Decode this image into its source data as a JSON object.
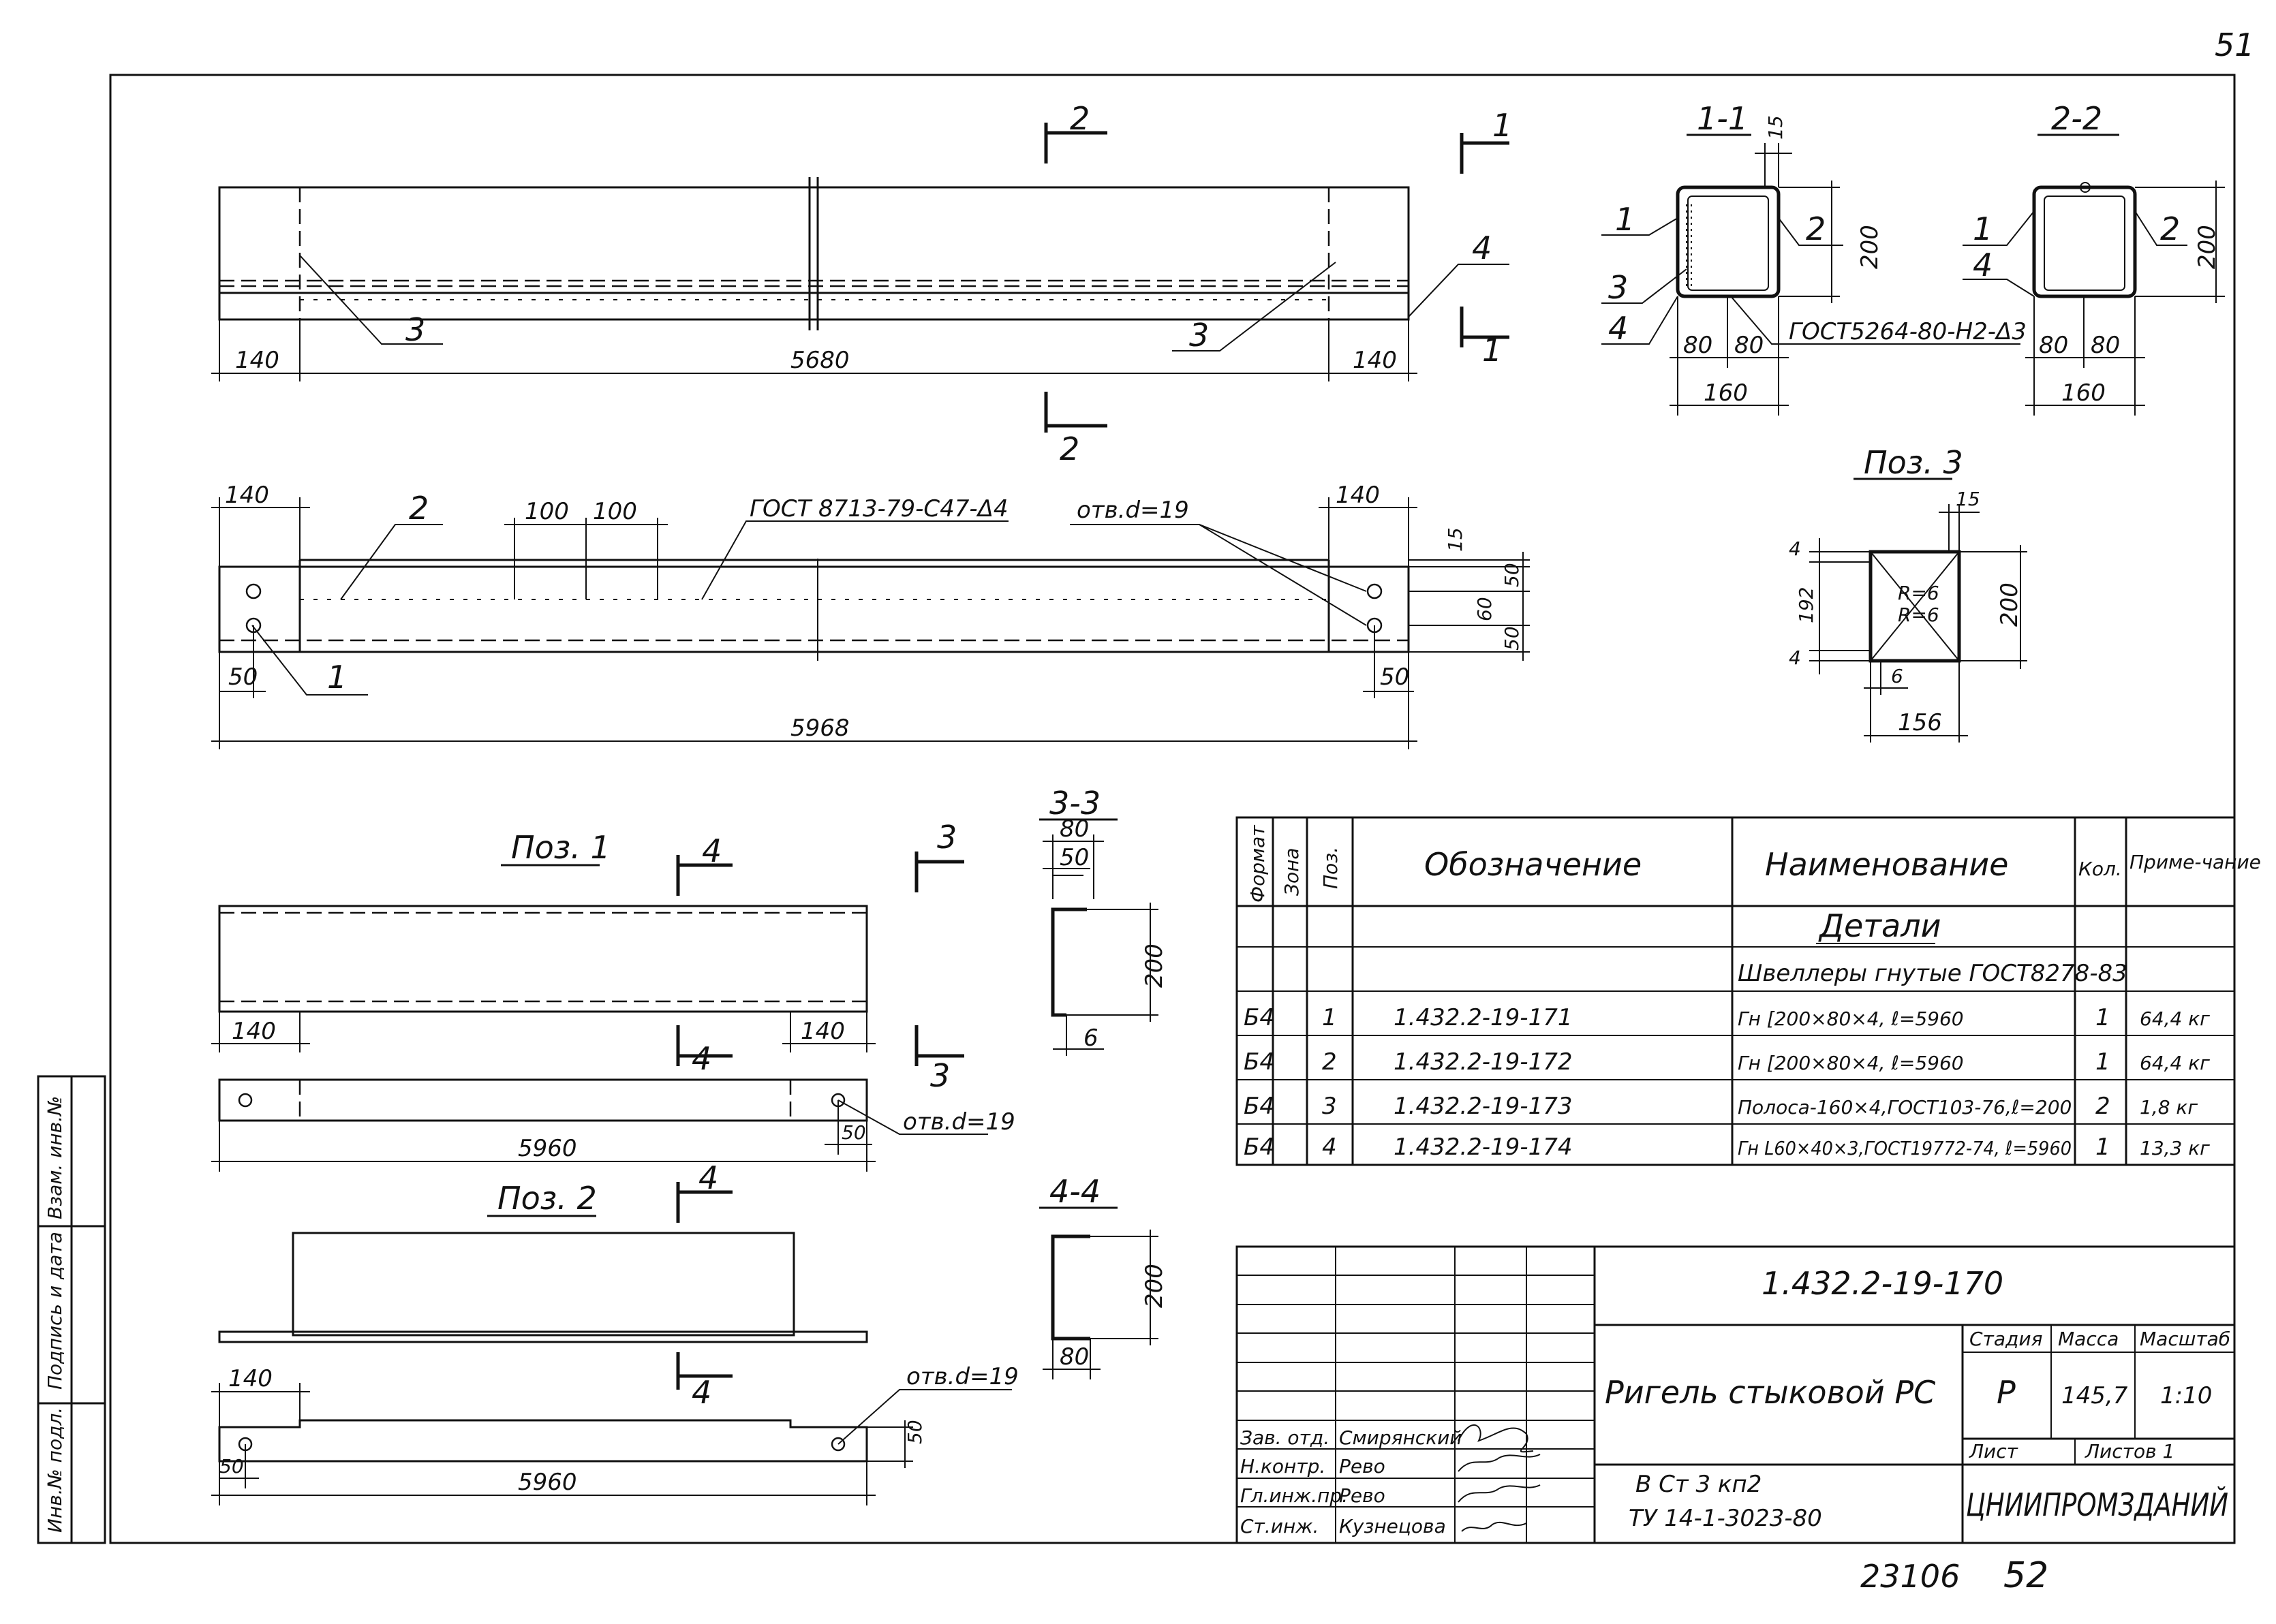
{
  "sheet_number": "51",
  "drawings": {
    "elevation": {
      "dims": [
        "140",
        "5680",
        "140"
      ],
      "section_marks": [
        "2",
        "2",
        "1",
        "1"
      ],
      "callouts": [
        "3",
        "3",
        "4"
      ]
    },
    "plan": {
      "dims_top": [
        "140",
        "100",
        "100",
        "140"
      ],
      "weld_label": "ГОСТ 8713-79-С47-Δ4",
      "hole_label": "отв.d=19",
      "dims_bottom": [
        "50",
        "50",
        "5968"
      ],
      "dims_right": [
        "15",
        "50",
        "60",
        "50"
      ],
      "callouts": [
        "2",
        "1"
      ]
    },
    "section_1_1": {
      "title": "1-1",
      "dims": [
        "15",
        "200",
        "80",
        "80",
        "160"
      ],
      "weld_label": "ГОСТ5264-80-Н2-Δ3",
      "callouts": [
        "1",
        "2",
        "3",
        "4"
      ]
    },
    "section_2_2": {
      "title": "2-2",
      "dims": [
        "200",
        "80",
        "80",
        "160"
      ],
      "callouts": [
        "1",
        "2",
        "4"
      ]
    },
    "pos3": {
      "title": "Поз. 3",
      "dims": [
        "15",
        "4",
        "192",
        "200",
        "R=6",
        "R=6",
        "4",
        "6",
        "156"
      ]
    },
    "pos1": {
      "title": "Поз. 1",
      "dims": [
        "140",
        "140",
        "50",
        "5960"
      ],
      "hole_label": "отв.d=19",
      "section_marks": [
        "4",
        "4",
        "3",
        "3"
      ]
    },
    "pos2": {
      "title": "Поз. 2",
      "dims": [
        "140",
        "50",
        "50",
        "5960"
      ],
      "hole_label": "отв.d=19",
      "section_marks": [
        "4",
        "4"
      ]
    },
    "section_3_3": {
      "title": "3-3",
      "dims": [
        "80",
        "50",
        "200",
        "6"
      ]
    },
    "section_4_4": {
      "title": "4-4",
      "dims": [
        "200",
        "80"
      ]
    }
  },
  "spec_table": {
    "headers": [
      "Формат",
      "Зона",
      "Поз.",
      "Обозначение",
      "Наименование",
      "Кол.",
      "Приме-чание"
    ],
    "section_title": "Детали",
    "subsection": "Швеллеры гнутые ГОСТ8278-83",
    "rows": [
      {
        "format": "Б4",
        "zone": "",
        "pos": "1",
        "designation": "1.432.2-19-171",
        "name": "Гн [200×80×4, ℓ=5960",
        "qty": "1",
        "note": "64,4 кг"
      },
      {
        "format": "Б4",
        "zone": "",
        "pos": "2",
        "designation": "1.432.2-19-172",
        "name": "Гн [200×80×4, ℓ=5960",
        "qty": "1",
        "note": "64,4 кг"
      },
      {
        "format": "Б4",
        "zone": "",
        "pos": "3",
        "designation": "1.432.2-19-173",
        "name": "Полоса-160×4,ГОСТ103-76,ℓ=200",
        "qty": "2",
        "note": "1,8 кг"
      },
      {
        "format": "Б4",
        "zone": "",
        "pos": "4",
        "designation": "1.432.2-19-174",
        "name": "Гн L60×40×3,ГОСТ19772-74, ℓ=5960",
        "qty": "1",
        "note": "13,3 кг"
      }
    ]
  },
  "title_block": {
    "doc_code": "1.432.2-19-170",
    "title": "Ригель стыковой РС",
    "stage_label": "Стадия",
    "mass_label": "Масса",
    "scale_label": "Масштаб",
    "stage": "Р",
    "mass": "145,7",
    "scale": "1:10",
    "sheet_label": "Лист",
    "sheets_label": "Листов 1",
    "material_line1": "В Ст 3 кп2",
    "material_line2": "ТУ 14-1-3023-80",
    "org": "ЦНИИПРОМЗДАНИЙ",
    "signers": [
      {
        "role": "Зав. отд.",
        "name": "Смирянский"
      },
      {
        "role": "Н.контр.",
        "name": "Рево"
      },
      {
        "role": "Гл.инж.пр.",
        "name": "Рево"
      },
      {
        "role": "Ст.инж.",
        "name": "Кузнецова"
      }
    ]
  },
  "side_stamp": {
    "labels": [
      "Инв.№ подл.",
      "Подпись и дата",
      "Взам. инв.№"
    ]
  },
  "footer": {
    "album_no": "23106",
    "page_no": "52"
  }
}
